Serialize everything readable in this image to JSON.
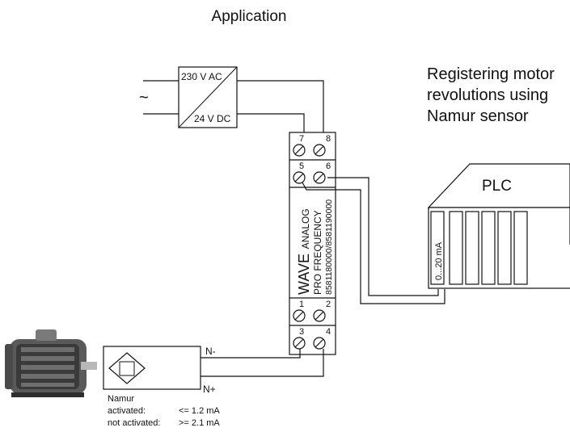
{
  "title": "Application",
  "caption": {
    "line1": "Registering motor",
    "line2": "revolutions using",
    "line3": "Namur sensor"
  },
  "power_supply": {
    "ac_symbol": "~",
    "input_label": "230 V AC",
    "output_label": "24 V DC"
  },
  "module": {
    "brand": "WAVE",
    "line_analog": "ANALOG",
    "line_pro": "PRO FREQUENCY",
    "part_numbers": "8581180000/8581190000",
    "terminals": {
      "t7": "7",
      "t8": "8",
      "t5": "5",
      "t6": "6",
      "t1": "1",
      "t2": "2",
      "t3": "3",
      "t4": "4"
    }
  },
  "plc": {
    "label": "PLC",
    "input_label": "0...20 mA"
  },
  "sensor": {
    "neg_label": "N-",
    "pos_label": "N+",
    "name": "Namur",
    "activated_label": "activated:",
    "activated_value": "<= 1.2 mA",
    "not_activated_label": "not activated:",
    "not_activated_value": ">= 2.1 mA"
  },
  "colors": {
    "line": "#111111",
    "motor_dark": "#3a3a3a",
    "motor_mid": "#7a7a7a",
    "motor_light": "#b8b8b8"
  }
}
